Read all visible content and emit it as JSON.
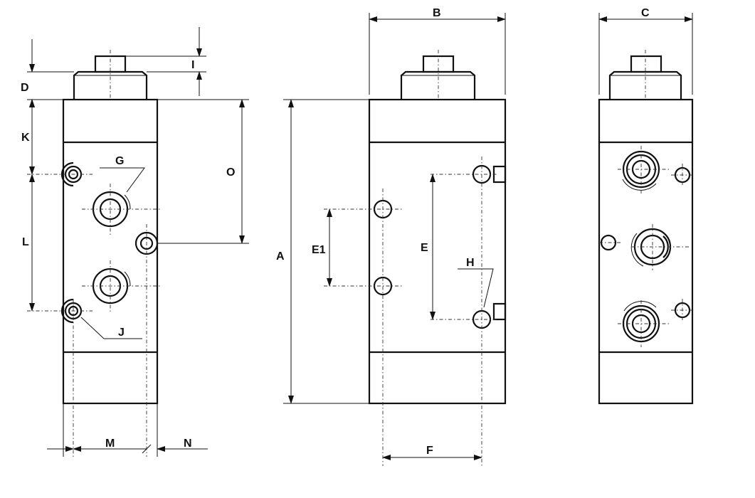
{
  "labels": {
    "A": "A",
    "B": "B",
    "C": "C",
    "D": "D",
    "E": "E",
    "E1": "E1",
    "F": "F",
    "G": "G",
    "H": "H",
    "I": "I",
    "J": "J",
    "K": "K",
    "L": "L",
    "M": "M",
    "N": "N",
    "O": "O"
  }
}
